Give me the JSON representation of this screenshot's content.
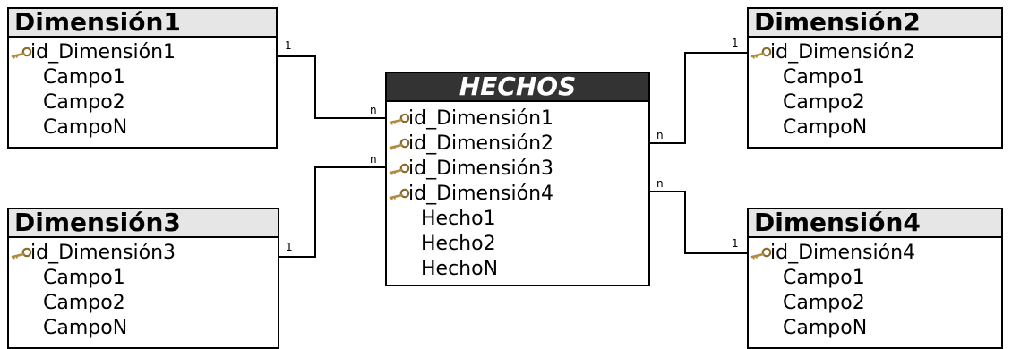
{
  "diagram": {
    "tables": {
      "dim1": {
        "title": "Dimensión1",
        "key": "id_Dimensión1",
        "fields": [
          "Campo1",
          "Campo2",
          "CampoN"
        ]
      },
      "dim2": {
        "title": "Dimensión2",
        "key": "id_Dimensión2",
        "fields": [
          "Campo1",
          "Campo2",
          "CampoN"
        ]
      },
      "dim3": {
        "title": "Dimensión3",
        "key": "id_Dimensión3",
        "fields": [
          "Campo1",
          "Campo2",
          "CampoN"
        ]
      },
      "dim4": {
        "title": "Dimensión4",
        "key": "id_Dimensión4",
        "fields": [
          "Campo1",
          "Campo2",
          "CampoN"
        ]
      },
      "fact": {
        "title": "HECHOS",
        "keys": [
          "id_Dimensión1",
          "id_Dimensión2",
          "id_Dimensión3",
          "id_Dimensión4"
        ],
        "fields": [
          "Hecho1",
          "Hecho2",
          "HechoN"
        ]
      }
    },
    "relationships": [
      {
        "from": "Dimensión1",
        "to": "HECHOS",
        "one": "1",
        "many": "n"
      },
      {
        "from": "Dimensión2",
        "to": "HECHOS",
        "one": "1",
        "many": "n"
      },
      {
        "from": "Dimensión3",
        "to": "HECHOS",
        "one": "1",
        "many": "n"
      },
      {
        "from": "Dimensión4",
        "to": "HECHOS",
        "one": "1",
        "many": "n"
      }
    ],
    "colors": {
      "fact_header": "#333333",
      "dimension_header": "#e6e6e6",
      "key_icon": "#b08a3e"
    },
    "icons": {
      "key": "key-icon"
    }
  }
}
